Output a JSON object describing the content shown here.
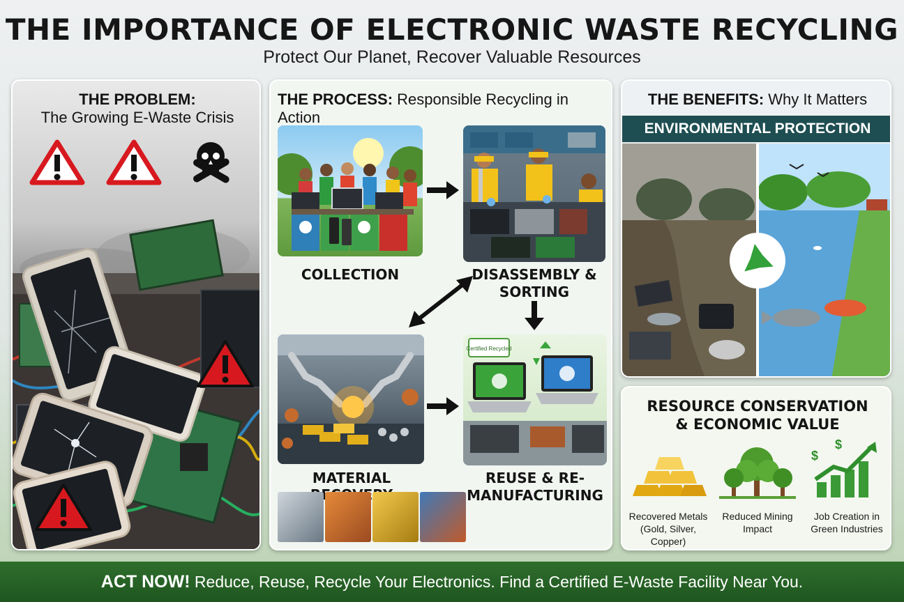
{
  "header": {
    "title": "THE IMPORTANCE OF ELECTRONIC WASTE RECYCLING",
    "subtitle": "Protect Our Planet, Recover Valuable Resources"
  },
  "problem": {
    "heading": "THE PROBLEM:",
    "subheading": "The Growing E-Waste Crisis",
    "icons": [
      "warning-icon",
      "skull-crossbones-icon"
    ]
  },
  "process": {
    "heading_bold": "THE PROCESS:",
    "heading_rest": " Responsible Recycling in Action",
    "steps": [
      {
        "label": "COLLECTION"
      },
      {
        "label_line1": "DISASSEMBLY &",
        "label_line2": "SORTING"
      },
      {
        "label": "MATERIAL RECOVERY"
      },
      {
        "label_line1": "REUSE & RE-",
        "label_line2": "MANUFACTURING"
      }
    ],
    "certified_sign": "Certified Recycled"
  },
  "benefits": {
    "heading_bold": "THE BENEFITS:",
    "heading_rest": " Why It Matters",
    "env_title": "ENVIRONMENTAL PROTECTION",
    "res_title_line1": "RESOURCE CONSERVATION",
    "res_title_line2": "& ECONOMIC VALUE",
    "items": [
      {
        "line1": "Recovered Metals",
        "line2": "(Gold, Silver, Copper)",
        "icon": "gold-bars-icon"
      },
      {
        "line1": "Reduced Mining",
        "line2": "Impact",
        "icon": "trees-icon"
      },
      {
        "line1": "Job Creation in",
        "line2": "Green Industries",
        "icon": "growth-chart-icon"
      }
    ]
  },
  "footer": {
    "bold": "ACT NOW!",
    "rest": " Reduce, Reuse, Recycle Your Electronics. Find a Certified E-Waste Facility Near You."
  },
  "colors": {
    "accent_green": "#2f6e2c",
    "band_teal": "#1e4e52",
    "warning_red": "#d7191f"
  }
}
